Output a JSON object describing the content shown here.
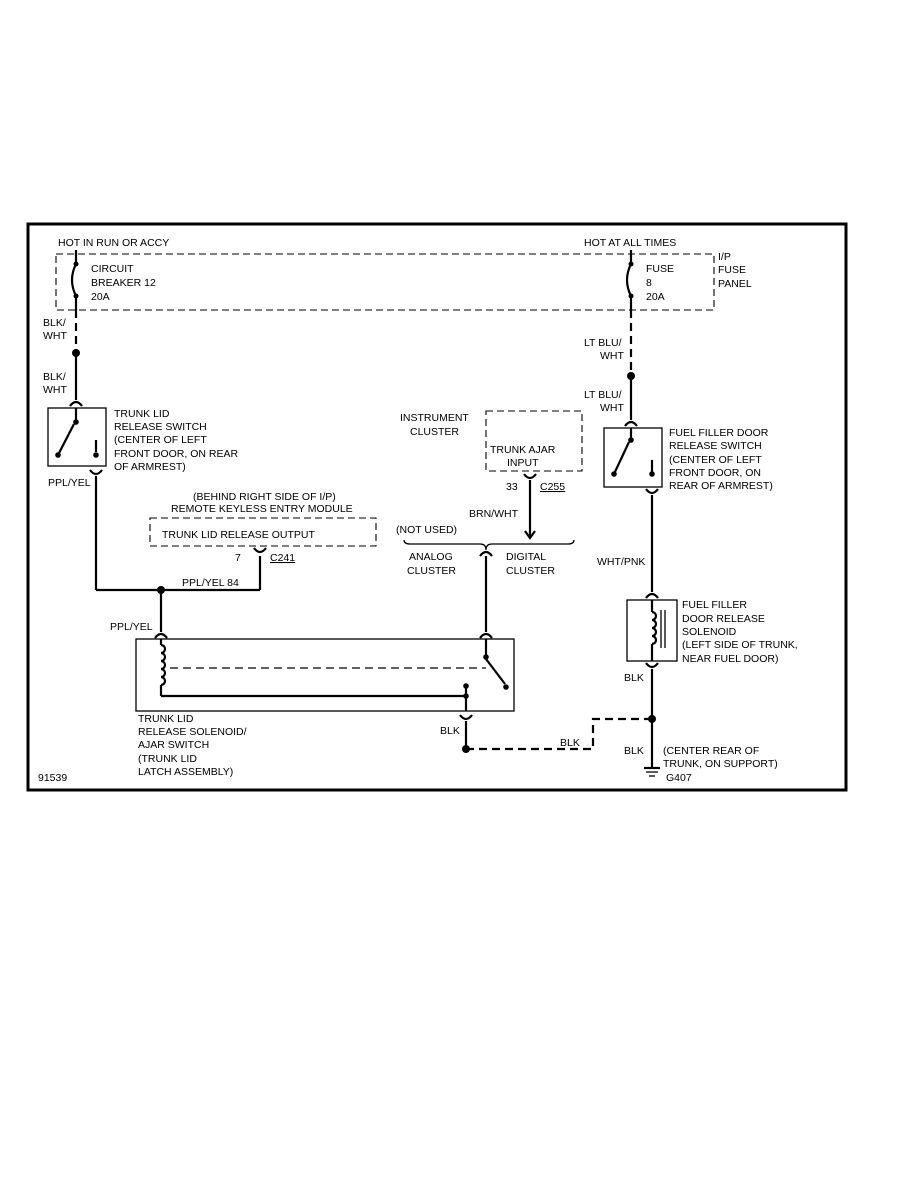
{
  "power": {
    "hot_run_accy": "HOT IN RUN OR ACCY",
    "hot_all_times": "HOT AT ALL TIMES",
    "fuse_panel": [
      "I/P",
      "FUSE",
      "PANEL"
    ],
    "circuit_breaker": [
      "CIRCUIT",
      "BREAKER 12",
      "20A"
    ],
    "fuse": [
      "FUSE",
      "8",
      "20A"
    ]
  },
  "wires": {
    "blk_wht_top": [
      "BLK/",
      "WHT"
    ],
    "blk_wht_bottom": [
      "BLK/",
      "WHT"
    ],
    "lt_blu_wht_top": [
      "LT BLU/",
      "WHT"
    ],
    "lt_blu_wht_bottom": [
      "LT BLU/",
      "WHT"
    ],
    "ppl_yel_switch": "PPL/YEL",
    "ppl_yel_84": "PPL/YEL  84",
    "ppl_yel_solenoid": "PPL/YEL",
    "brn_wht": "BRN/WHT",
    "wht_pnk": "WHT/PNK",
    "blk_fuel_solenoid": "BLK",
    "blk_trunk": "BLK",
    "blk_ground_run": "BLK",
    "blk_ground": "BLK"
  },
  "components": {
    "trunk_switch": [
      "TRUNK LID",
      "RELEASE SWITCH",
      "(CENTER OF LEFT",
      "FRONT DOOR, ON REAR",
      "OF ARMREST)"
    ],
    "rke_location": "(BEHIND RIGHT SIDE OF I/P)",
    "rke_module": "REMOTE KEYLESS ENTRY MODULE",
    "rke_output": "TRUNK LID RELEASE OUTPUT",
    "rke_pin": "7",
    "rke_connector": "C241",
    "instrument_cluster": [
      "INSTRUMENT",
      "CLUSTER"
    ],
    "trunk_ajar_input": [
      "TRUNK AJAR",
      "INPUT"
    ],
    "cluster_pin": "33",
    "cluster_connector": "C255",
    "not_used": "(NOT USED)",
    "analog_cluster": [
      "ANALOG",
      "CLUSTER"
    ],
    "digital_cluster": [
      "DIGITAL",
      "CLUSTER"
    ],
    "fuel_switch": [
      "FUEL FILLER DOOR",
      "RELEASE SWITCH",
      "(CENTER OF LEFT",
      "FRONT DOOR, ON",
      "REAR OF ARMREST)"
    ],
    "fuel_solenoid": [
      "FUEL FILLER",
      "DOOR RELEASE",
      "SOLENOID",
      "(LEFT SIDE OF TRUNK,",
      "NEAR FUEL DOOR)"
    ],
    "trunk_latch": [
      "TRUNK LID",
      "RELEASE SOLENOID/",
      "AJAR SWITCH",
      "(TRUNK LID",
      "LATCH ASSEMBLY)"
    ],
    "ground_location": [
      "(CENTER REAR OF",
      "TRUNK, ON SUPPORT)"
    ],
    "ground_id": "G407"
  },
  "figure_id": "91539"
}
